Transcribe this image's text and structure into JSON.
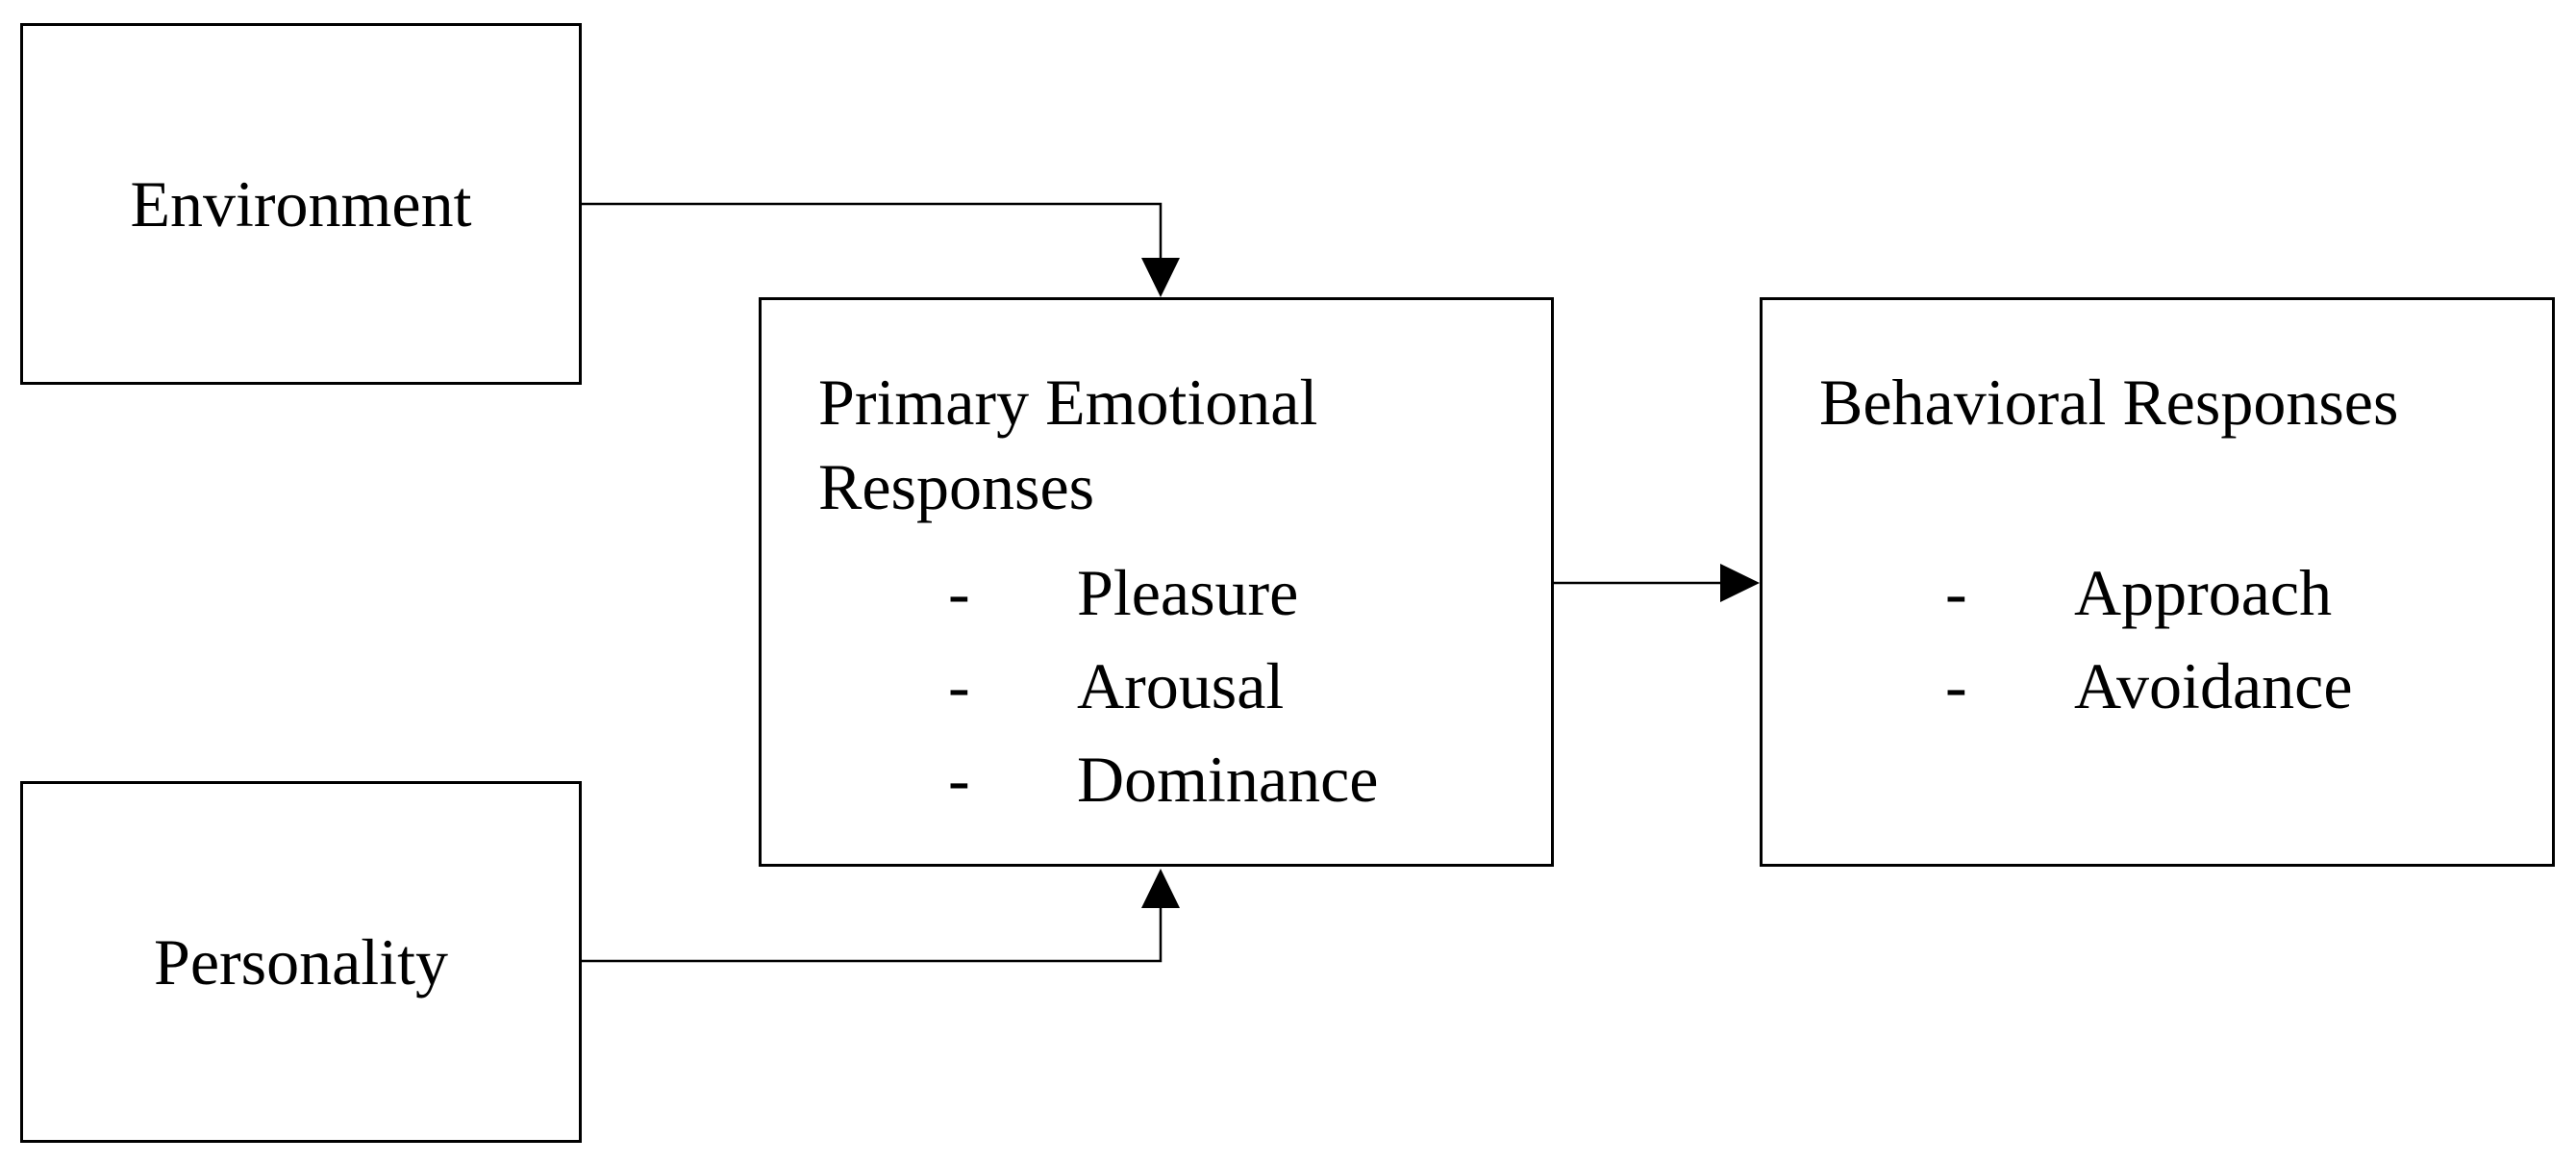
{
  "nodes": {
    "environment": {
      "label": "Environment"
    },
    "personality": {
      "label": "Personality"
    },
    "primary_emotional_responses": {
      "title": "Primary Emotional Responses",
      "bullet": "-",
      "items": [
        "Pleasure",
        "Arousal",
        "Dominance"
      ]
    },
    "behavioral_responses": {
      "title": "Behavioral Responses",
      "bullet": "-",
      "items": [
        "Approach",
        "Avoidance"
      ]
    }
  },
  "edges": [
    {
      "from": "environment",
      "to": "primary_emotional_responses"
    },
    {
      "from": "personality",
      "to": "primary_emotional_responses"
    },
    {
      "from": "primary_emotional_responses",
      "to": "behavioral_responses"
    }
  ],
  "colors": {
    "stroke": "#000000",
    "background": "#ffffff"
  }
}
